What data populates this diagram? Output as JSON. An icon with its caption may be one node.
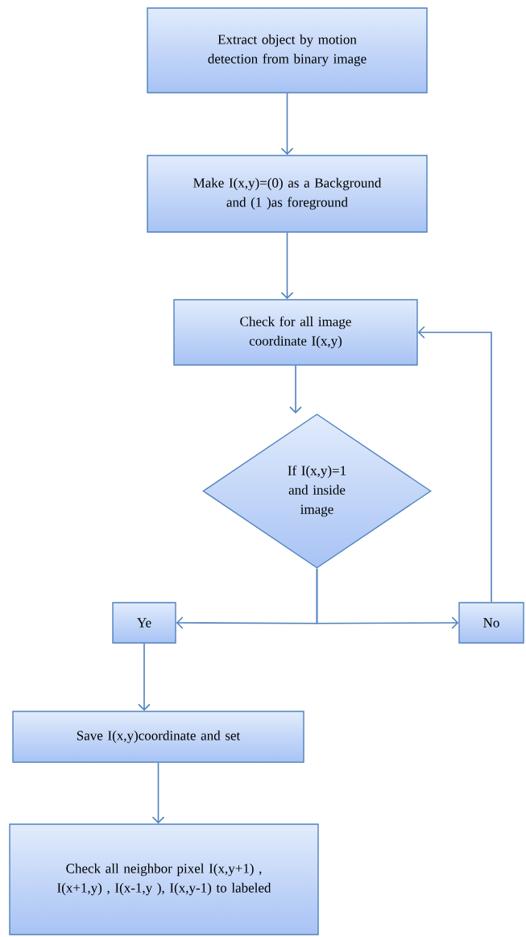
{
  "diagram": {
    "nodes": [
      {
        "text": [
          "Extract object by motion detection from binary image"
        ]
      },
      {
        "text": [
          "Make I(x,y)=(0) as a Background and  (1 )as foreground"
        ]
      },
      {
        "text": [
          "Check  for all image coordinate I(x,y)"
        ]
      },
      {
        "text": [
          "If I(x,y)=1 and inside image"
        ]
      },
      {
        "text": [
          "Ye"
        ]
      },
      {
        "text": [
          "No"
        ]
      },
      {
        "text": [
          "Save I(x,y)coordinate and set"
        ]
      },
      {
        "text": [
          "Check all neighbor pixel I(x,y+1) , I(x+1,y) , I(x-1,y ), I(x,y-1)  to labeled"
        ]
      }
    ],
    "edges": [
      {
        "from": 0,
        "to": 1,
        "arrow": "to"
      },
      {
        "from": 1,
        "to": 2,
        "arrow": "to"
      },
      {
        "from": 2,
        "to": 3,
        "arrow": "to"
      },
      {
        "from": 3,
        "to": 4,
        "arrow": "to"
      },
      {
        "from": 3,
        "to": 5,
        "arrow": "to"
      },
      {
        "from": 5,
        "to": 2,
        "arrow": "to"
      },
      {
        "from": 4,
        "to": 6,
        "arrow": "to"
      },
      {
        "from": 6,
        "to": 7,
        "arrow": "to"
      }
    ]
  }
}
